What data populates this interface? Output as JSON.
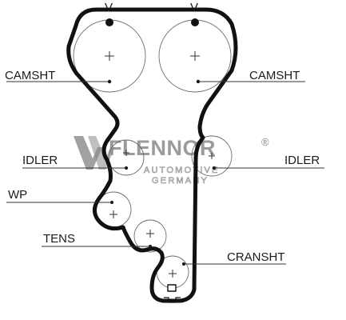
{
  "labels": {
    "camsht_left": "CAMSHT",
    "camsht_right": "CAMSHT",
    "idler_left": "IDLER",
    "idler_right": "IDLER",
    "wp": "WP",
    "tens": "TENS",
    "cransht": "CRANSHT"
  },
  "watermark": {
    "brand": "FLENNOR",
    "registered": "®",
    "line1": "AUTOMOTIVE",
    "line2": "GERMANY"
  },
  "marks": {
    "timing_left": "V",
    "timing_right": "V"
  },
  "colors": {
    "belt": "#111111",
    "pulley": "#6e6e6e",
    "watermark": "#8a8a8a",
    "label": "#1a1a1a"
  }
}
